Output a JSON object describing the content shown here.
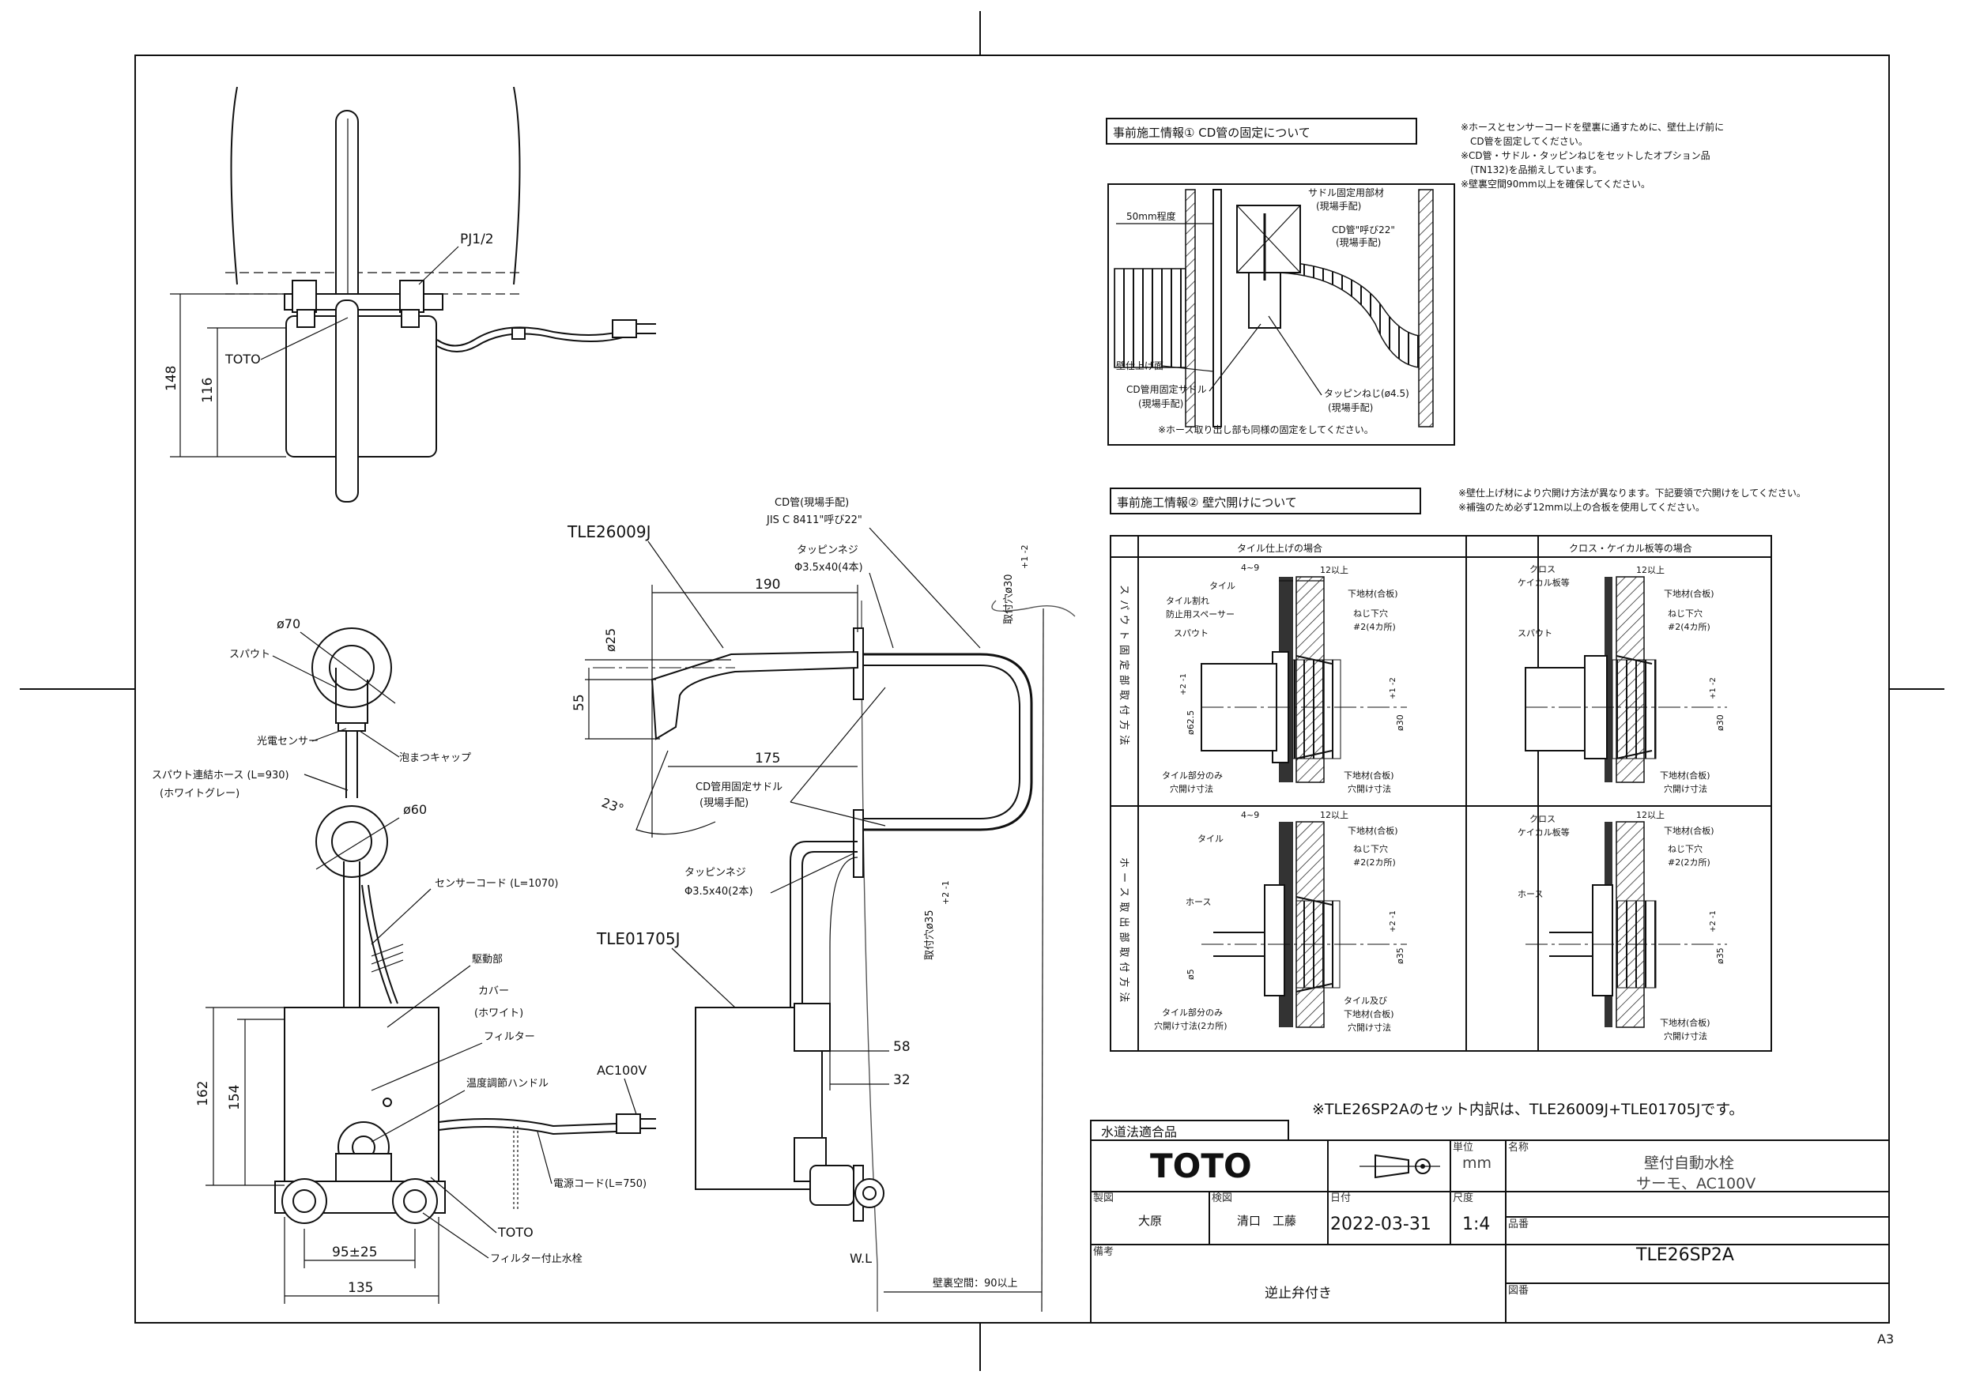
{
  "sheet_size": "A3",
  "top_view": {
    "labels": {
      "fitting": "PJ1/2",
      "brand": "TOTO"
    },
    "dims": {
      "total_height": "148",
      "body_height": "116"
    }
  },
  "front_view": {
    "labels": {
      "spout": "スパウト",
      "sensor": "光電センサー",
      "foam_cap": "泡まつキャップ",
      "hose": "スパウト連結ホース (L=930)",
      "hose_color": "(ホワイトグレー)",
      "sensor_cord": "センサーコード (L=1070)",
      "drive": "駆動部",
      "cover": "カバー",
      "cover_color": "(ホワイト)",
      "filter": "フィルター",
      "temp_handle": "温度調節ハンドル",
      "ac": "AC100V",
      "power_cord": "電源コード(L=750)",
      "brand": "TOTO",
      "filter_valve": "フィルター付止水栓"
    },
    "dims": {
      "d70": "ø70",
      "d60": "ø60",
      "h162": "162",
      "h154": "154",
      "w95": "95±25",
      "w135": "135"
    }
  },
  "side_view": {
    "labels": {
      "spout_model": "TLE26009J",
      "unit_model": "TLE01705J",
      "cd_pipe_1": "CD管(現場手配)",
      "cd_pipe_2": "JIS C 8411\"呼び22\"",
      "screw_top_1": "タッピンネジ",
      "screw_top_2": "Φ3.5x40(4本)",
      "saddle_1": "CD管用固定サドル",
      "saddle_2": "(現場手配)",
      "screw_bot_1": "タッピンネジ",
      "screw_bot_2": "Φ3.5x40(2本)",
      "hole_top": "取付穴ø30",
      "hole_top_tol": "+1 -2",
      "hole_bot": "取付穴ø35",
      "hole_bot_tol": "+2 -1",
      "wl": "W.L",
      "wall_space": "壁裏空間：90以上"
    },
    "dims": {
      "d190": "190",
      "d25": "ø25",
      "d55": "55",
      "d175": "175",
      "angle": "23°",
      "d58": "58",
      "d32": "32"
    }
  },
  "info1": {
    "title": "事前施工情報① CD管の固定について",
    "notes": [
      "※ホースとセンサーコードを壁裏に通すために、壁仕上げ前に",
      "　CD管を固定してください。",
      "※CD管・サドル・タッピンねじをセットしたオプション品",
      "　(TN132)を品揃えしています。",
      "※壁裏空間90mm以上を確保してください。"
    ],
    "labels": {
      "depth": "50mm程度",
      "saddle_base_1": "サドル固定用部材",
      "saddle_base_2": "(現場手配)",
      "cd_1": "CD管\"呼び22\"",
      "cd_2": "(現場手配)",
      "wall_finish": "壁仕上げ面",
      "saddle_1": "CD管用固定サドル",
      "saddle_2": "(現場手配)",
      "screw_1": "タッピンねじ(ø4.5)",
      "screw_2": "(現場手配)",
      "note": "※ホース取り出し部も同様の固定をしてください。"
    }
  },
  "info2": {
    "title": "事前施工情報② 壁穴開けについて",
    "notes": [
      "※壁仕上げ材により穴開け方法が異なります。下記要領で穴開けをしてください。",
      "※補強のため必ず12mm以上の合板を使用してください。"
    ],
    "col_headers": [
      "タイル仕上げの場合",
      "クロス・ケイカル板等の場合"
    ],
    "row_headers": [
      "スパウト固定部取付方法",
      "ホース取出部取付方法"
    ],
    "cells": {
      "tile_spout": {
        "a": "4~9",
        "b": "12以上",
        "tile": "タイル",
        "spacer_1": "タイル割れ",
        "spacer_2": "防止用スペーサー",
        "spout": "スパウト",
        "base": "下地材(合板)",
        "hole_1": "ねじ下穴",
        "hole_2": "#2(4カ所)",
        "dia": "ø62.5",
        "dia_tol": "+2 -1",
        "dia2": "ø30",
        "dia2_tol": "+1 -2",
        "note_1": "タイル部分のみ",
        "note_2": "穴開け寸法",
        "base2_1": "下地材(合板)",
        "base2_2": "穴開け寸法"
      },
      "cloth_spout": {
        "b": "12以上",
        "cloth_1": "クロス",
        "cloth_2": "ケイカル板等",
        "spout": "スパウト",
        "base": "下地材(合板)",
        "hole_1": "ねじ下穴",
        "hole_2": "#2(4カ所)",
        "dia": "ø30",
        "dia_tol": "+1 -2",
        "base2_1": "下地材(合板)",
        "base2_2": "穴開け寸法"
      },
      "tile_hose": {
        "a": "4~9",
        "b": "12以上",
        "tile": "タイル",
        "base": "下地材(合板)",
        "hole_1": "ねじ下穴",
        "hole_2": "#2(2カ所)",
        "hose": "ホース",
        "dia": "ø35",
        "dia_tol": "+2 -1",
        "small": "ø5",
        "note_1": "タイル部分のみ",
        "note_2": "穴開け寸法(2カ所)",
        "both_1": "タイル及び",
        "both_2": "下地材(合板)",
        "both_3": "穴開け寸法"
      },
      "cloth_hose": {
        "b": "12以上",
        "cloth_1": "クロス",
        "cloth_2": "ケイカル板等",
        "base": "下地材(合板)",
        "hole_1": "ねじ下穴",
        "hole_2": "#2(2カ所)",
        "hose": "ホース",
        "dia": "ø35",
        "dia_tol": "+2 -1",
        "base2_1": "下地材(合板)",
        "base2_2": "穴開け寸法"
      }
    }
  },
  "set_note": "※TLE26SP2Aのセット内訳は、TLE26009J+TLE01705Jです。",
  "title_block": {
    "certification": "水道法適合品",
    "logo": "TOTO",
    "unit_label": "単位",
    "unit": "mm",
    "name_label": "名称",
    "name": "壁付自動水栓",
    "spec": "サーモ、AC100V",
    "drawn_label": "製図",
    "drawn": "大原",
    "checked_label": "検図",
    "checked": "清口　工藤",
    "date_label": "日付",
    "date": "2022-03-31",
    "scale_label": "尺度",
    "scale": "1:4",
    "product_label": "品番",
    "product": "TLE26SP2A",
    "remark_label": "備考",
    "remark": "逆止弁付き",
    "drawing_label": "図番"
  }
}
